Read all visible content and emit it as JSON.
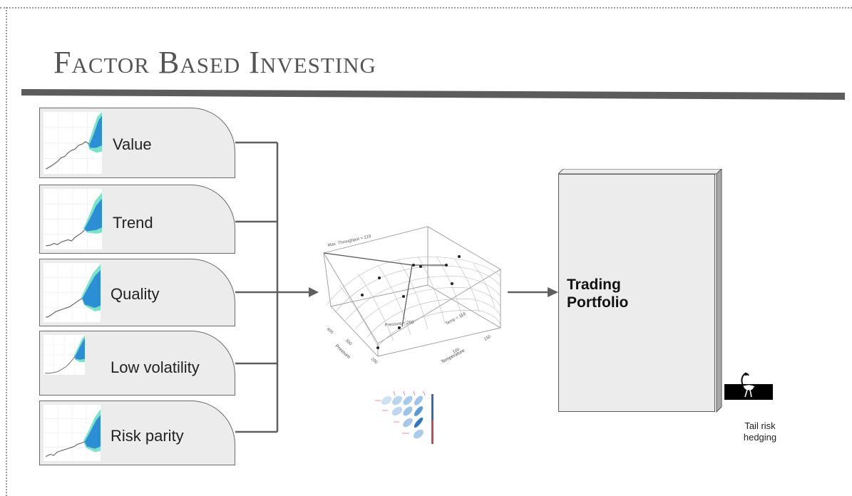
{
  "slide": {
    "title": "Factor Based Investing"
  },
  "factors": [
    {
      "label": "Value"
    },
    {
      "label": "Trend"
    },
    {
      "label": "Quality"
    },
    {
      "label": "Low volatility"
    },
    {
      "label": "Risk parity"
    }
  ],
  "surface_plot": {
    "annotation_max": "Max. Throughput = 219",
    "annotation_pressure": "Pressure = 250",
    "annotation_temp": "Temp = 118",
    "x_axis_label": "Pressure",
    "y_axis_label": "Temperature",
    "x_ticks": [
      "400",
      "300",
      "200"
    ],
    "y_ticks": [
      "100",
      "150"
    ]
  },
  "portfolio": {
    "label": "Trading Portfolio"
  },
  "tail_risk": {
    "caption": "Tail risk hedging"
  },
  "colors": {
    "card_fill": "#ececec",
    "connector": "#5f5f5f",
    "title": "#555555",
    "fan_dark": "#1f7fd6",
    "fan_light": "#4fd9b4"
  }
}
